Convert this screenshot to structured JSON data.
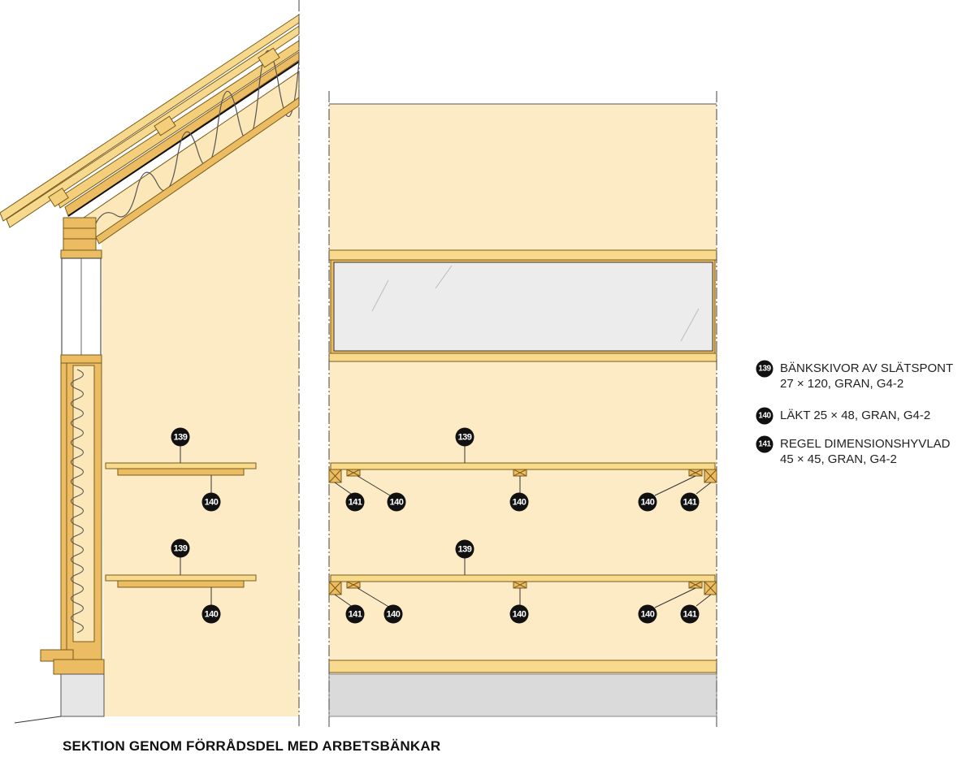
{
  "title": "SEKTION GENOM FÖRRÅDSDEL MED ARBETSBÄNKAR",
  "legend": [
    {
      "num": "139",
      "line1": "BÄNKSKIVOR AV SLÄTSPONT",
      "line2": "27 × 120, GRAN, G4-2"
    },
    {
      "num": "140",
      "line1": "LÄKT 25 × 48, GRAN, G4-2",
      "line2": ""
    },
    {
      "num": "141",
      "line1": "REGEL DIMENSIONSHYVLAD",
      "line2": "45 × 45, GRAN, G4-2"
    }
  ],
  "labels": {
    "left_top_139": "139",
    "left_top_140": "140",
    "left_bot_139": "139",
    "left_bot_140": "140",
    "right_top": [
      "139",
      "141",
      "140",
      "140",
      "140",
      "141"
    ],
    "right_bot": [
      "139",
      "141",
      "140",
      "140",
      "140",
      "141"
    ]
  },
  "colors": {
    "wall": "#fdebc6",
    "board": "#f8da8c",
    "timber": "#ecbc62",
    "glass": "#ececec",
    "concrete": "#dadada"
  }
}
